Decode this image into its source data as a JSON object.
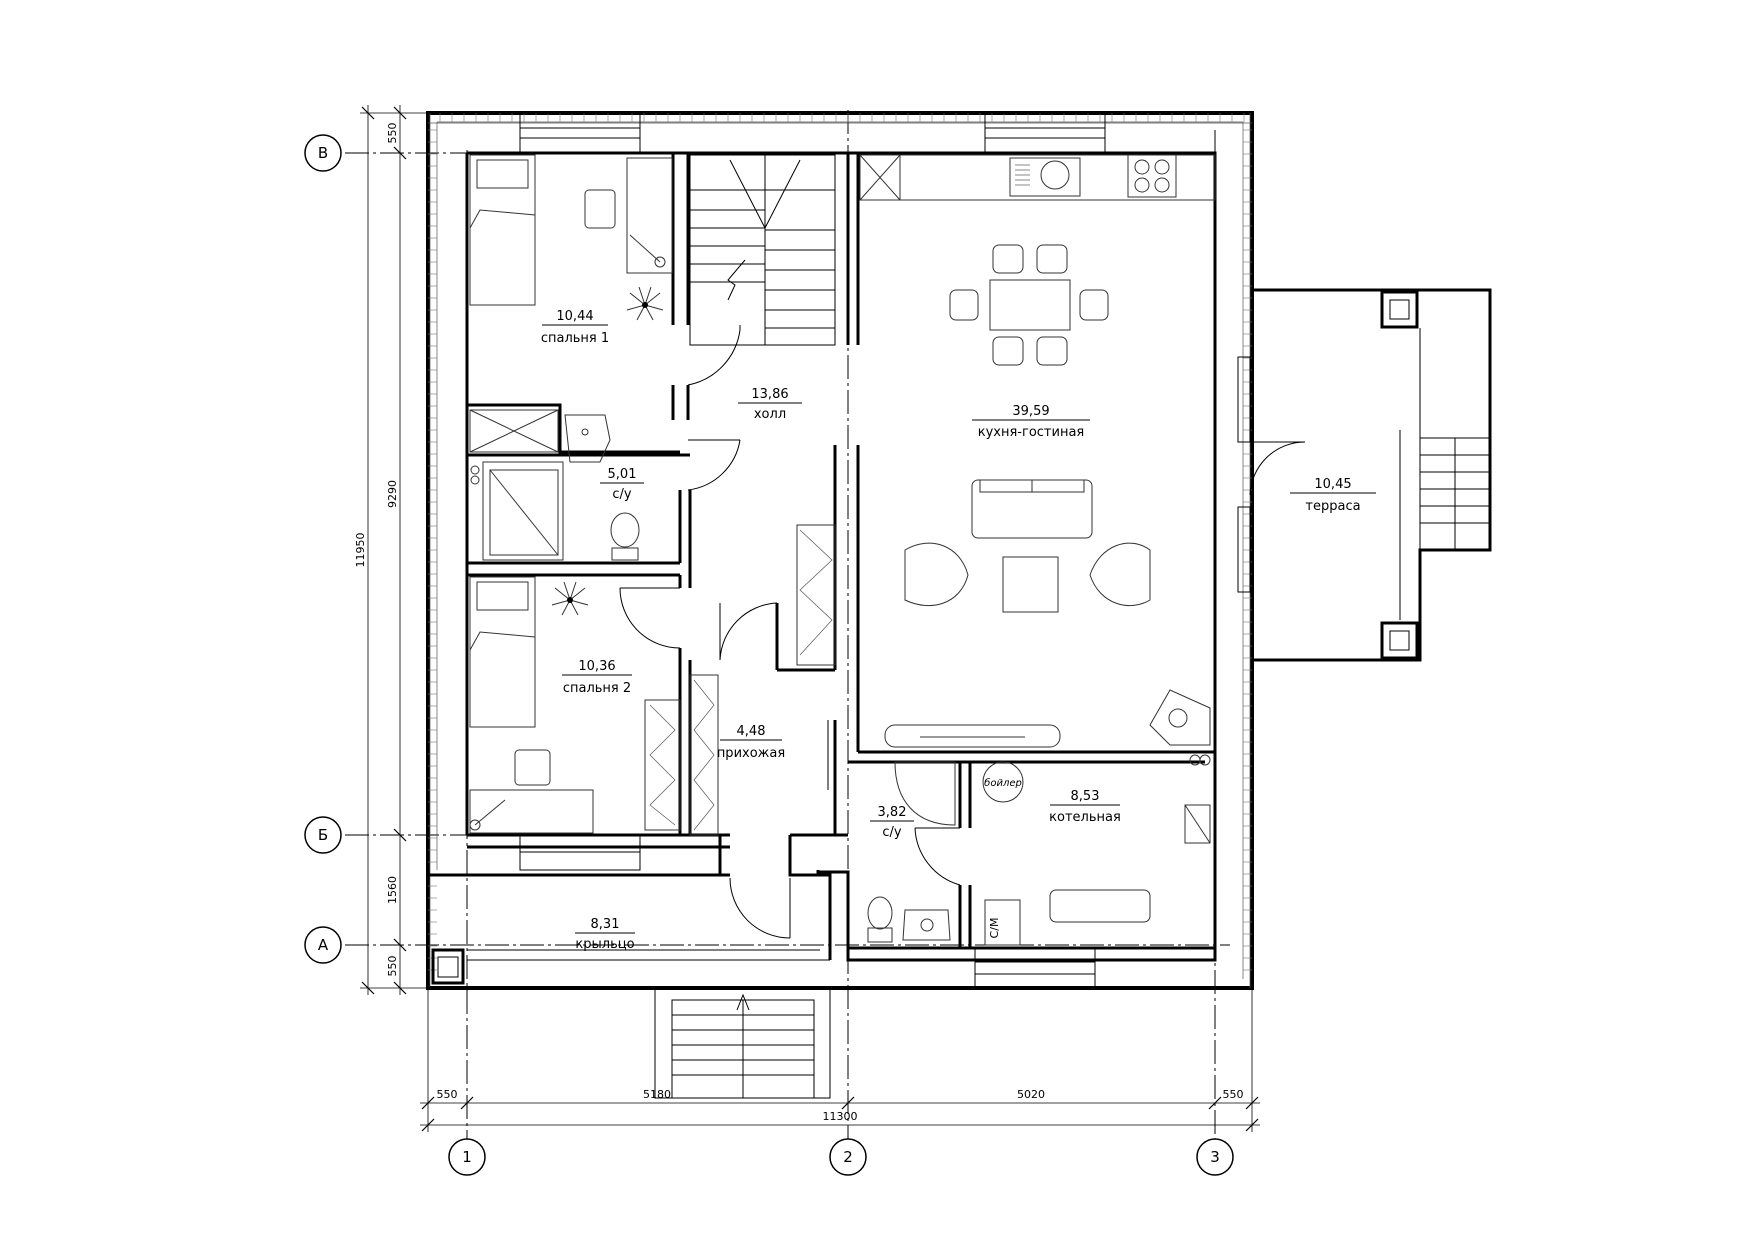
{
  "rooms": [
    {
      "id": "bedroom1",
      "area": "10,44",
      "name": "спальня 1"
    },
    {
      "id": "hall",
      "area": "13,86",
      "name": "холл"
    },
    {
      "id": "kitchen_living",
      "area": "39,59",
      "name": "кухня-гостиная"
    },
    {
      "id": "bath1",
      "area": "5,01",
      "name": "с/у"
    },
    {
      "id": "terrace",
      "area": "10,45",
      "name": "терраса"
    },
    {
      "id": "bedroom2",
      "area": "10,36",
      "name": "спальня 2"
    },
    {
      "id": "entry",
      "area": "4,48",
      "name": "прихожая"
    },
    {
      "id": "bath2",
      "area": "3,82",
      "name": "с/у"
    },
    {
      "id": "boiler_room",
      "area": "8,53",
      "name": "котельная"
    },
    {
      "id": "porch",
      "area": "8,31",
      "name": "крыльцо"
    }
  ],
  "axes": {
    "rows": [
      "В",
      "Б",
      "А"
    ],
    "columns": [
      "1",
      "2",
      "3"
    ]
  },
  "dimensions": {
    "vertical_inner": [
      "550",
      "9290",
      "1560",
      "550"
    ],
    "vertical_total": "11950",
    "horizontal_inner": [
      "550",
      "5180",
      "5020",
      "550"
    ],
    "horizontal_total": "11300"
  },
  "labels": {
    "boiler": "бойлер",
    "washer": "С/М"
  }
}
